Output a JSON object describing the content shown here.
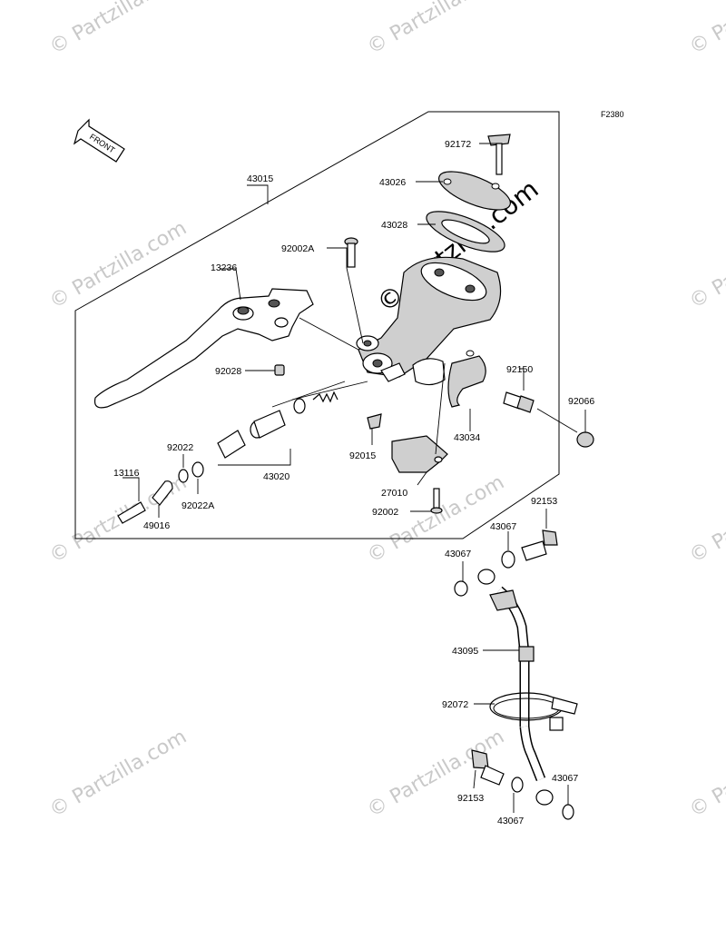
{
  "figure_code": "F2380",
  "front_arrow": "FRONT",
  "watermark": "© Partzilla.com",
  "parts": {
    "p43015": "43015",
    "p92172": "92172",
    "p43026": "43026",
    "p43028": "43028",
    "p92002A": "92002A",
    "p13236": "13236",
    "p92028": "92028",
    "p92150": "92150",
    "p92066": "92066",
    "p43034": "43034",
    "p92022": "92022",
    "p13116": "13116",
    "p92022A": "92022A",
    "p49016": "49016",
    "p43020": "43020",
    "p92015": "92015",
    "p27010": "27010",
    "p92002": "92002",
    "p92153_top": "92153",
    "p43067_a": "43067",
    "p43067_b": "43067",
    "p43095": "43095",
    "p92072": "92072",
    "p92153_bot": "92153",
    "p43067_c": "43067",
    "p43067_d": "43067"
  }
}
